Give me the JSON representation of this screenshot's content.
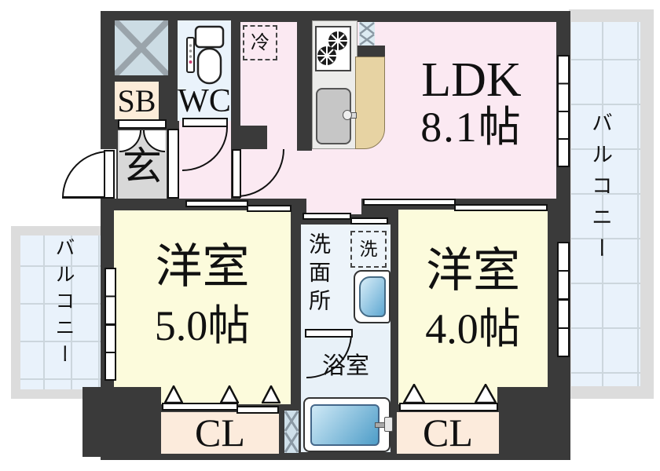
{
  "rooms": {
    "ldk": {
      "name": "LDK",
      "size": "8.1帖"
    },
    "bedroom_west": {
      "name": "洋室",
      "size": "5.0帖"
    },
    "bedroom_east": {
      "name": "洋室",
      "size": "4.0帖"
    },
    "washroom": {
      "name": "洗面所"
    },
    "bathroom": {
      "name": "浴室"
    },
    "toilet": {
      "name": "WC"
    },
    "entrance": {
      "name": "玄"
    },
    "shoe_box": {
      "name": "SB"
    },
    "closet_west": {
      "name": "CL"
    },
    "closet_east": {
      "name": "CL"
    },
    "balcony_east": {
      "name": "バルコニー"
    },
    "balcony_west": {
      "name": "バルコニー"
    },
    "refrigerator_space": {
      "name": "冷"
    },
    "washing_machine_space": {
      "name": "洗"
    }
  },
  "colors": {
    "wall": "#3a3a3a",
    "ldk_pink": "#fbe9f2",
    "bedroom_yellow": "#fcfbdc",
    "closet_peach": "#fcebdc",
    "sanitary_blue": "#eaf3fb",
    "balcony_tile": "#e9f2fb",
    "counter_beige": "#e7d3a3",
    "bathtub_blue": "#4e9dc8",
    "entrance_gray": "#d8d8d8"
  }
}
